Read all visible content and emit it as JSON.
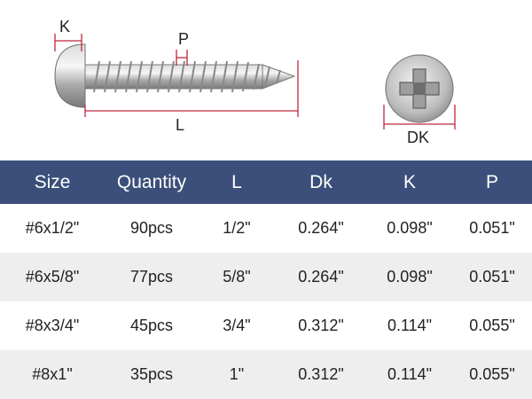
{
  "diagram": {
    "labels": {
      "k": "K",
      "p": "P",
      "l": "L",
      "dk": "DK"
    }
  },
  "table": {
    "headers": [
      "Size",
      "Quantity",
      "L",
      "Dk",
      "K",
      "P"
    ],
    "rows": [
      [
        "#6x1/2\"",
        "90pcs",
        "1/2\"",
        "0.264\"",
        "0.098\"",
        "0.051\""
      ],
      [
        "#6x5/8\"",
        "77pcs",
        "5/8\"",
        "0.264\"",
        "0.098\"",
        "0.051\""
      ],
      [
        "#8x3/4\"",
        "45pcs",
        "3/4\"",
        "0.312\"",
        "0.114\"",
        "0.055\""
      ],
      [
        "#8x1\"",
        "35pcs",
        "1\"",
        "0.312\"",
        "0.114\"",
        "0.055\""
      ]
    ]
  },
  "colors": {
    "header_bg": "#3b4f7a",
    "header_text": "#ffffff",
    "alt_row": "#eeeeee",
    "dim_line": "#c0263a"
  }
}
